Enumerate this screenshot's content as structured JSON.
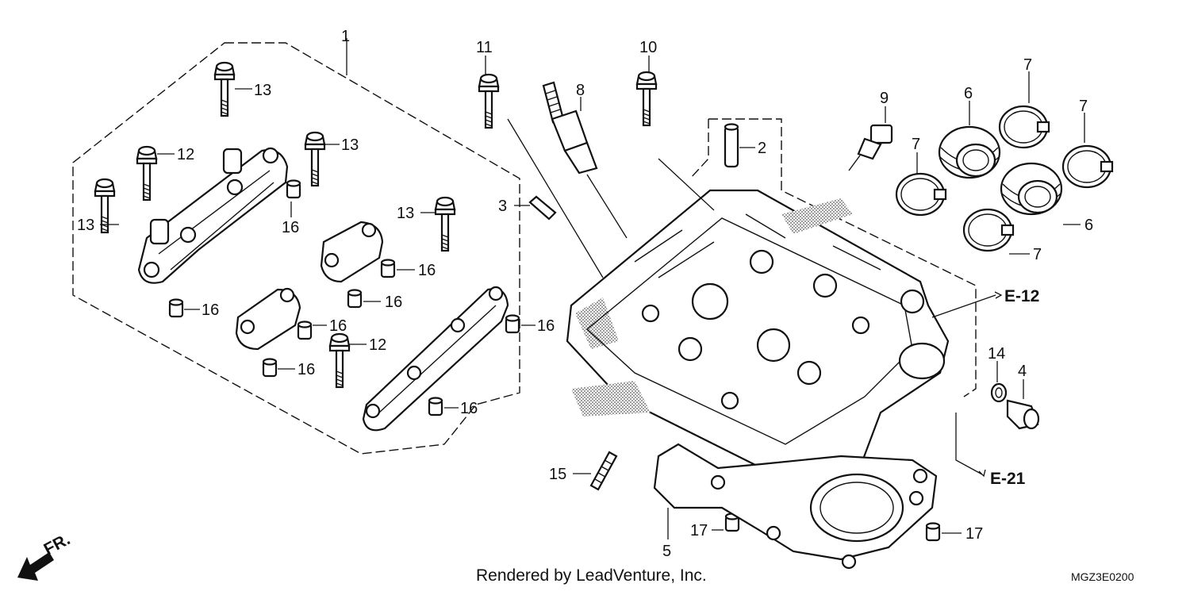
{
  "diagram": {
    "callouts": {
      "c1": "1",
      "c2": "2",
      "c3": "3",
      "c4": "4",
      "c5": "5",
      "c6a": "6",
      "c6b": "6",
      "c7a": "7",
      "c7b": "7",
      "c7c": "7",
      "c7d": "7",
      "c8": "8",
      "c9": "9",
      "c10": "10",
      "c11": "11",
      "c12a": "12",
      "c12b": "12",
      "c13a": "13",
      "c13b": "13",
      "c13c": "13",
      "c13d": "13",
      "c14": "14",
      "c15": "15",
      "c16a": "16",
      "c16b": "16",
      "c16c": "16",
      "c16d": "16",
      "c16e": "16",
      "c16f": "16",
      "c16g": "16",
      "c16h": "16",
      "c17a": "17",
      "c17b": "17"
    },
    "references": {
      "e12": "E-12",
      "e21": "E-21"
    },
    "front_marker": "FR.",
    "credit": "Rendered by LeadVenture, Inc.",
    "diagram_code": "MGZ3E0200"
  }
}
